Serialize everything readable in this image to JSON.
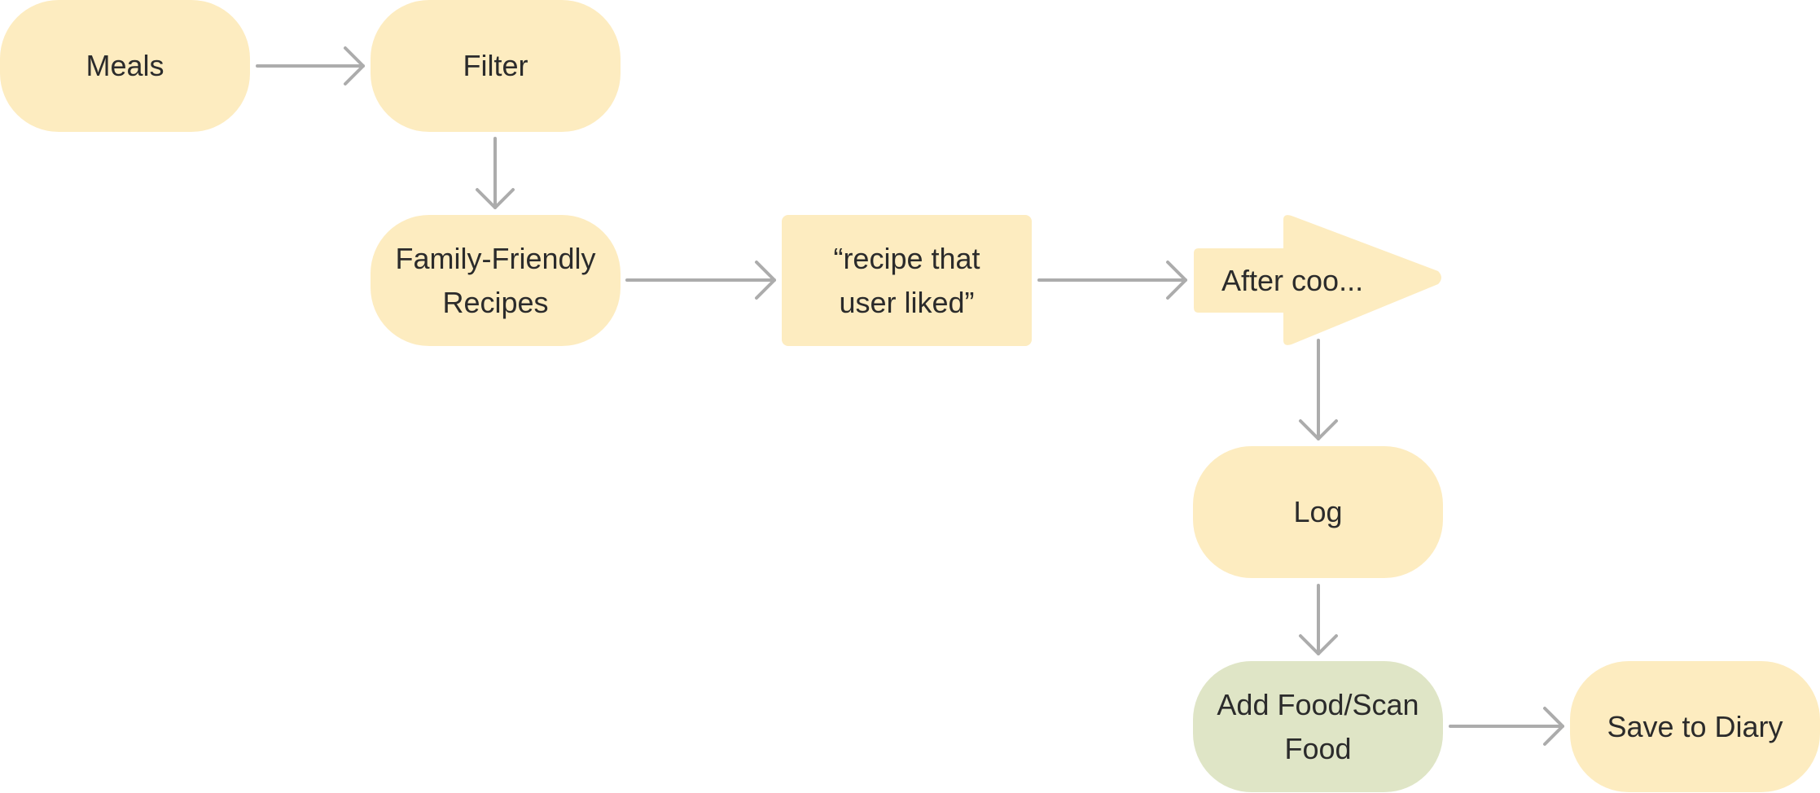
{
  "diagram": {
    "nodes": {
      "meals": "Meals",
      "filter": "Filter",
      "family_friendly": "Family-Friendly Recipes",
      "recipe_liked": "“recipe that user liked”",
      "after_cooking": "After coo...",
      "log": "Log",
      "add_food": "Add Food/Scan Food",
      "save_diary": "Save to Diary"
    },
    "colors": {
      "node_yellow": "#fdecc0",
      "node_green": "#dfe5c6",
      "connector": "#acacac",
      "text": "#2b2b2b"
    }
  }
}
